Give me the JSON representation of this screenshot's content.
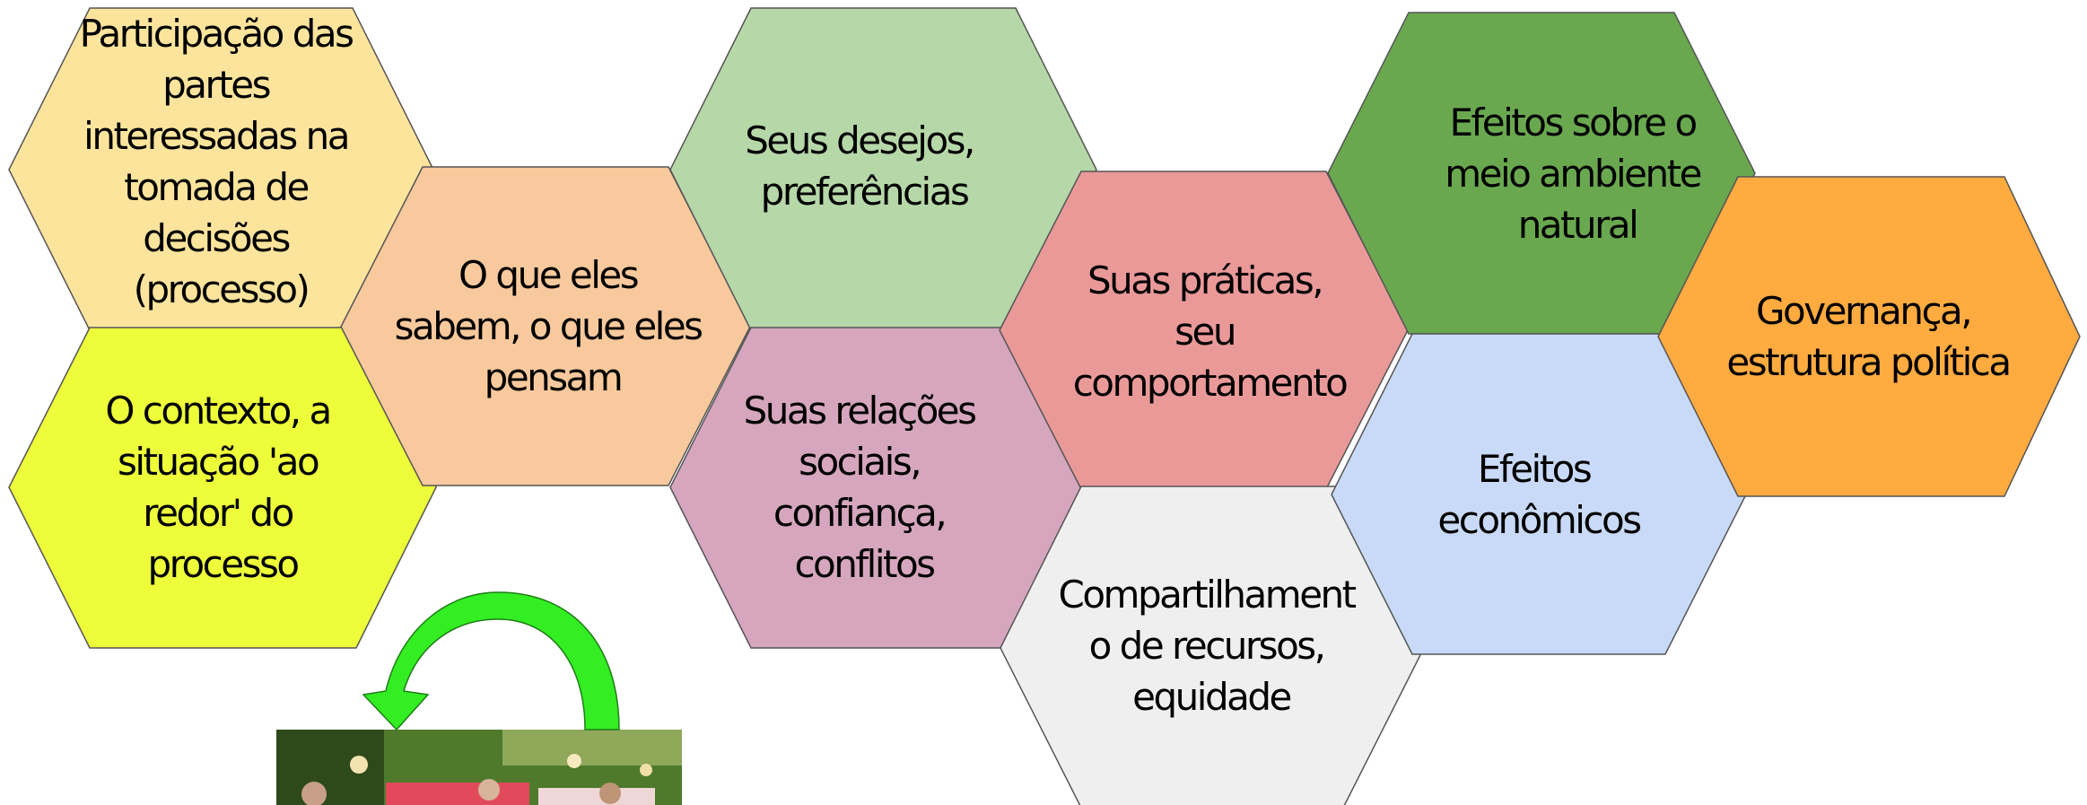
{
  "hexagons": [
    {
      "id": "participacao",
      "color": "#fde49d",
      "lines": [
        "Participação das",
        "partes",
        "interessadas na",
        "tomada de",
        "decisões",
        "(processo)"
      ]
    },
    {
      "id": "contexto",
      "color": "#eefd3a",
      "lines": [
        "O contexto, a",
        "situação 'ao",
        "redor' do",
        "processo"
      ]
    },
    {
      "id": "sabem",
      "color": "#f8c99d",
      "lines": [
        "O que eles",
        "sabem, o que eles",
        "pensam"
      ]
    },
    {
      "id": "desejos",
      "color": "#b6d7a8",
      "lines": [
        "Seus desejos,",
        "preferências"
      ]
    },
    {
      "id": "relacoes",
      "color": "#d5a6bd",
      "lines": [
        "Suas relações",
        "sociais,",
        "confiança,",
        "conflitos"
      ]
    },
    {
      "id": "praticas",
      "color": "#ea9999",
      "lines": [
        "Suas práticas,",
        "seu",
        "comportamento"
      ]
    },
    {
      "id": "compartilhamento",
      "color": "#efefef",
      "lines": [
        "Compartilhament",
        "o de recursos,",
        "equidade"
      ]
    },
    {
      "id": "meio-ambiente",
      "color": "#6aa84f",
      "lines": [
        "Efeitos sobre o",
        "meio ambiente",
        "natural"
      ]
    },
    {
      "id": "economicos",
      "color": "#c9daf8",
      "lines": [
        "Efeitos",
        "econômicos"
      ]
    },
    {
      "id": "governanca",
      "color": "#ffab40",
      "lines": [
        "Governança,",
        "estrutura política"
      ]
    }
  ],
  "colors": {
    "outline": "#555555",
    "arrow_fill": "#33ee22",
    "arrow_stroke": "#1e7d17",
    "photo_foliage": "#4f7a2c",
    "photo_tablecloth": "#e24a5c"
  },
  "icons": {
    "arrow": "curved-return-arrow-icon",
    "photo": "meeting-photo"
  }
}
